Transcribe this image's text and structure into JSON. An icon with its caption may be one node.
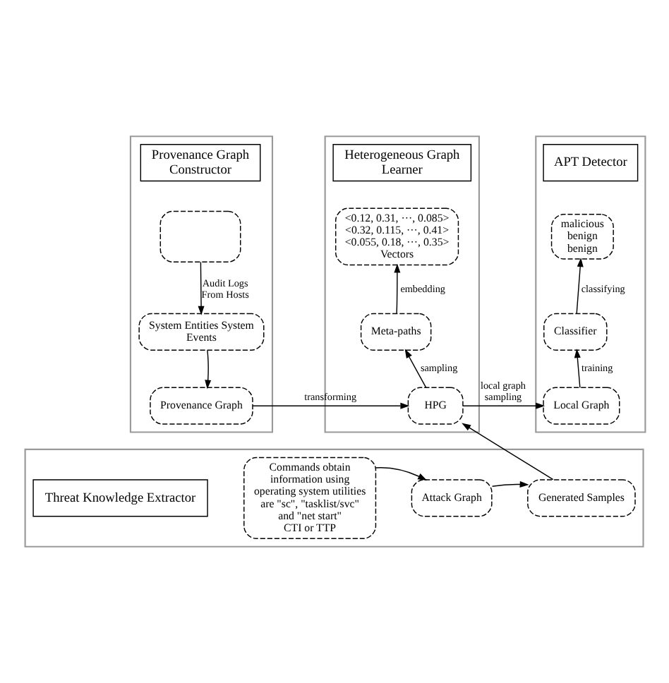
{
  "diagram": {
    "nodes": [
      {
        "text": [],
        "shape": "box"
      },
      {
        "text": [
          "Provenance Graph Constructor"
        ],
        "in": 0
      },
      {
        "text": [],
        "shape": "box",
        "in": 0
      },
      {
        "text": [
          "System Entities System Events"
        ],
        "in": 0
      },
      {
        "text": [
          "Provenance Graph"
        ],
        "in": 0
      },
      {
        "text": [],
        "shape": "box"
      },
      {
        "text": [
          "Heterogeneous Graph Learner"
        ],
        "in": 5
      },
      {
        "text": [
          "<0.12, 0.31, ···, 0.085>",
          "<0.32, 0.115, ···, 0.41>",
          "<0.055, 0.18, ···, 0.35>",
          "Vectors"
        ],
        "in": 5
      },
      {
        "text": [
          "Meta-paths"
        ],
        "in": 5
      },
      {
        "text": [
          "HPG"
        ],
        "in": 5
      },
      {
        "text": [],
        "shape": "box"
      },
      {
        "text": [
          "APT Detector"
        ],
        "in": 10
      },
      {
        "text": [
          "malicious",
          "benign",
          "benign"
        ],
        "in": 10
      },
      {
        "text": [
          "Classifier"
        ],
        "in": 10
      },
      {
        "text": [
          "Local Graph"
        ],
        "in": 10
      },
      {
        "text": [],
        "shape": "box"
      },
      {
        "text": [
          "Threat Knowledge Extractor"
        ],
        "in": 15
      },
      {
        "text": [
          "Commands obtain information using operating system utilities are \"sc\", \"tasklist/svc\" and \"net start\"",
          "CTI or TTP"
        ],
        "in": 15
      },
      {
        "text": [
          "Attack Graph"
        ],
        "in": 15
      },
      {
        "text": [
          "Generated Samples"
        ],
        "in": 15
      }
    ],
    "edges": [
      {
        "from": 2,
        "to": 3,
        "label": "Audit Logs From Hosts",
        "arrow": "to"
      },
      {
        "from": 3,
        "to": 4,
        "arrow": "to"
      },
      {
        "from": 4,
        "to": 9,
        "label": "transforming",
        "arrow": "to"
      },
      {
        "from": 9,
        "to": 8,
        "label": "sampling",
        "arrow": "to"
      },
      {
        "from": 8,
        "to": 7,
        "label": "embedding",
        "arrow": "to"
      },
      {
        "from": 9,
        "to": 14,
        "label": "local graph sampling",
        "arrow": "to"
      },
      {
        "from": 14,
        "to": 13,
        "label": "training",
        "arrow": "to"
      },
      {
        "from": 13,
        "to": 12,
        "label": "classifying",
        "arrow": "to"
      },
      {
        "from": 17,
        "to": 18,
        "arrow": "to"
      },
      {
        "from": 18,
        "to": 19,
        "arrow": "to"
      },
      {
        "from": 19,
        "to": 9,
        "arrow": "to"
      }
    ]
  }
}
